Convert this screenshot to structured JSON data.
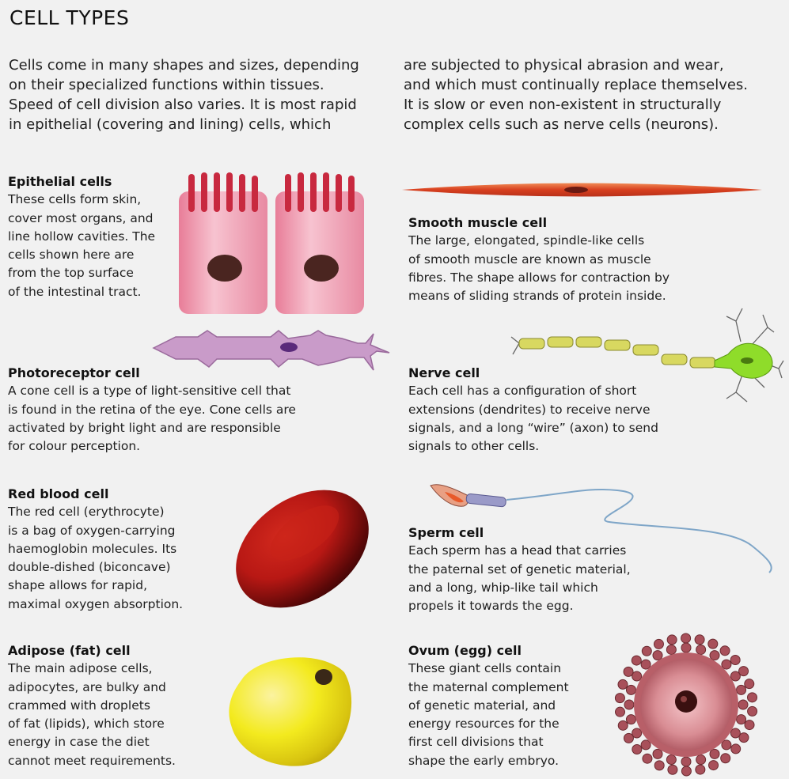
{
  "title": "CELL TYPES",
  "intro": {
    "left": [
      "Cells come in many shapes and sizes, depending",
      "on their specialized functions within tissues.",
      "Speed of cell division also varies. It is most rapid",
      "in epithelial (covering and lining) cells, which"
    ],
    "right": [
      "are subjected to physical abrasion and wear,",
      "and which must continually replace themselves.",
      "It is slow or even non-existent in structurally",
      "complex cells such as nerve cells (neurons)."
    ]
  },
  "sections": {
    "epithelial": {
      "heading": "Epithelial cells",
      "lines": [
        "These cells form skin,",
        "cover most organs, and",
        "line hollow cavities. The",
        "cells shown here are",
        "from the top surface",
        "of the intestinal tract."
      ]
    },
    "smooth_muscle": {
      "heading": "Smooth muscle cell",
      "lines": [
        "The large, elongated, spindle-like cells",
        "of smooth muscle are known as muscle",
        "fibres. The shape allows for contraction by",
        "means of sliding strands of protein inside."
      ]
    },
    "photoreceptor": {
      "heading": "Photoreceptor cell",
      "lines": [
        "A cone cell is a type of light-sensitive cell that",
        "is found in the retina of the eye. Cone cells are",
        "activated by bright light and are responsible",
        "for colour perception."
      ]
    },
    "nerve": {
      "heading": "Nerve cell",
      "lines": [
        "Each cell has a configuration of short",
        "extensions (dendrites) to receive nerve",
        "signals, and a long “wire” (axon) to send",
        "signals to other cells."
      ]
    },
    "red_blood": {
      "heading": "Red blood cell",
      "lines": [
        "The red cell (erythrocyte)",
        "is a bag of oxygen-carrying",
        "haemoglobin molecules. Its",
        "double-dished (biconcave)",
        "shape allows for rapid,",
        "maximal oxygen absorption."
      ]
    },
    "sperm": {
      "heading": "Sperm cell",
      "lines": [
        "Each sperm has a head that carries",
        "the paternal set of genetic material,",
        "and a long, whip-like tail which",
        "propels it towards the egg."
      ]
    },
    "adipose": {
      "heading": "Adipose (fat) cell",
      "lines": [
        "The main adipose cells,",
        "adipocytes, are bulky and",
        "crammed with droplets",
        "of fat (lipids), which store",
        "energy in case the diet",
        "cannot meet requirements."
      ]
    },
    "ovum": {
      "heading": "Ovum (egg) cell",
      "lines": [
        "These giant cells contain",
        "the maternal complement",
        "of genetic material, and",
        "energy resources for the",
        "first cell divisions that",
        "shape the early embryo."
      ]
    }
  },
  "colors": {
    "epithelial_pink": "#f2a8bc",
    "nucleus": "#4a2520",
    "muscle_red": "#d8401f",
    "photoreceptor_purple": "#c99bc9",
    "axon_yellow": "#d8d860",
    "soma_green": "#8fdc2a",
    "red_blood": "#b81814",
    "adipose_yellow": "#f3ea1e",
    "ovum_pink": "#d98d94"
  }
}
